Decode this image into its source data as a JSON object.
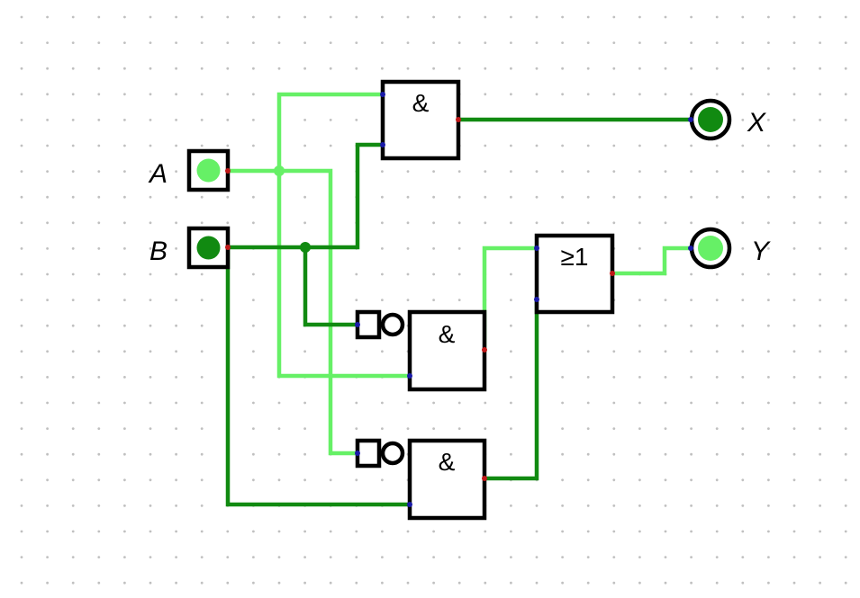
{
  "colors": {
    "wire_on": "#66f066",
    "wire_off": "#118a11",
    "grid_dot": "#c0c0c0",
    "gate_stroke": "#000000"
  },
  "inputs": [
    {
      "label": "A",
      "state": "on"
    },
    {
      "label": "B",
      "state": "off"
    }
  ],
  "outputs": [
    {
      "label": "X",
      "state": "off"
    },
    {
      "label": "Y",
      "state": "on"
    }
  ],
  "gates": [
    {
      "id": "and-top",
      "symbol": "&"
    },
    {
      "id": "or",
      "symbol": "≥1"
    },
    {
      "id": "and-middle",
      "symbol": "&"
    },
    {
      "id": "and-bottom",
      "symbol": "&"
    }
  ]
}
